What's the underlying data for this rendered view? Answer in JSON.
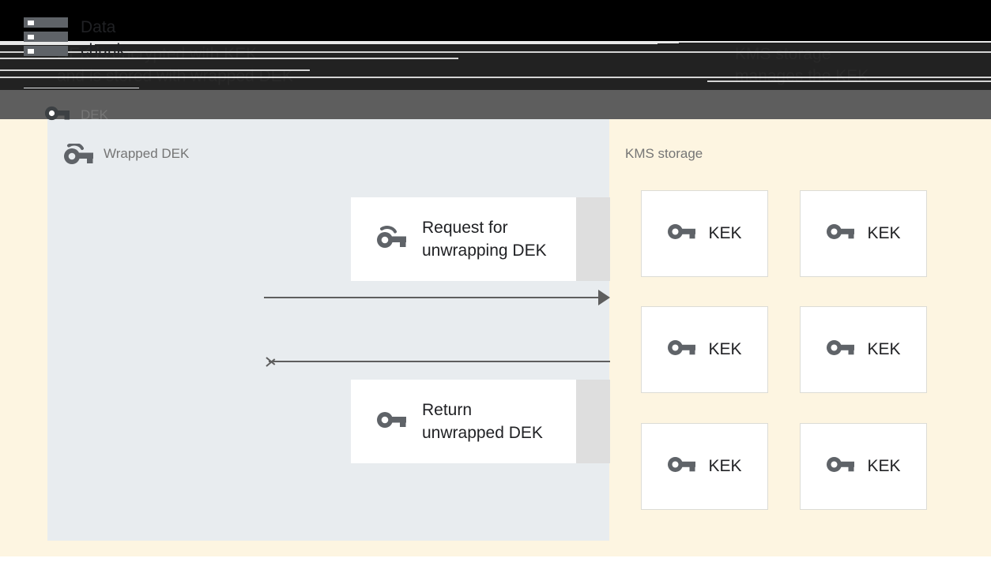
{
  "header": {
    "caption_left_line1": "DEK is encrypted with KEK",
    "caption_left_line2": "and is stored with wrapped DEK",
    "caption_right_line1": "KMS storage",
    "caption_right_line2": "manages the KEK"
  },
  "panels": {
    "left": {
      "label": "Wrapped DEK",
      "icon": "key-wrapped-icon",
      "background": "#e8ecef"
    },
    "right": {
      "label": "KMS storage",
      "background": "#fdf5e1"
    }
  },
  "cards": {
    "request": {
      "label": "Request for\nunwrapping DEK",
      "icon": "key-wrapped-icon"
    },
    "return": {
      "label": "Return\nunwrapped DEK",
      "icon": "key-icon"
    },
    "data_chunk": {
      "label": "Data\nchunk",
      "icon": "storage-icon",
      "dek_label": "DEK",
      "dek_icon": "key-icon"
    }
  },
  "kek_boxes": [
    {
      "label": "KEK",
      "icon": "key-icon"
    },
    {
      "label": "KEK",
      "icon": "key-icon"
    },
    {
      "label": "KEK",
      "icon": "key-icon"
    },
    {
      "label": "KEK",
      "icon": "key-icon"
    },
    {
      "label": "KEK",
      "icon": "key-icon"
    },
    {
      "label": "KEK",
      "icon": "key-icon"
    }
  ],
  "arrows": [
    {
      "name": "request-arrow",
      "direction": "right"
    },
    {
      "name": "return-arrow",
      "direction": "left"
    }
  ],
  "colors": {
    "panel_left_bg": "#e8ecef",
    "panel_right_bg": "#fdf5e1",
    "card_bg": "#ffffff",
    "card_shadow": "#dedede",
    "icon_gray": "#5f6368",
    "text_dark": "#202124",
    "text_muted": "#767676",
    "arrow": "#5e5e5e",
    "top_bar_dark": "#222222",
    "top_bar_gray": "#5e5e5e"
  }
}
